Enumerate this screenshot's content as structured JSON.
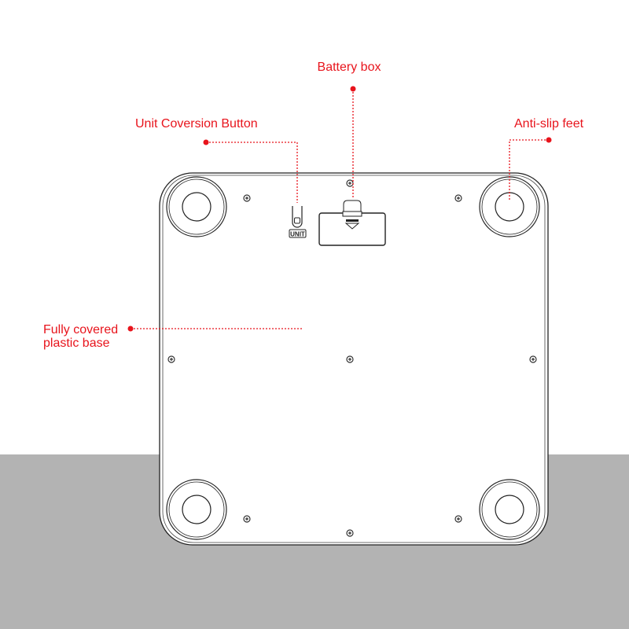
{
  "labels": {
    "battery_box": "Battery box",
    "unit_button": "Unit Coversion Button",
    "anti_slip": "Anti-slip feet",
    "base_line1": "Fully covered",
    "base_line2": "plastic base"
  },
  "unit_key": "UNIT",
  "colors": {
    "accent": "#e8141c",
    "floor": "#b3b3b3",
    "outline": "#222222"
  }
}
